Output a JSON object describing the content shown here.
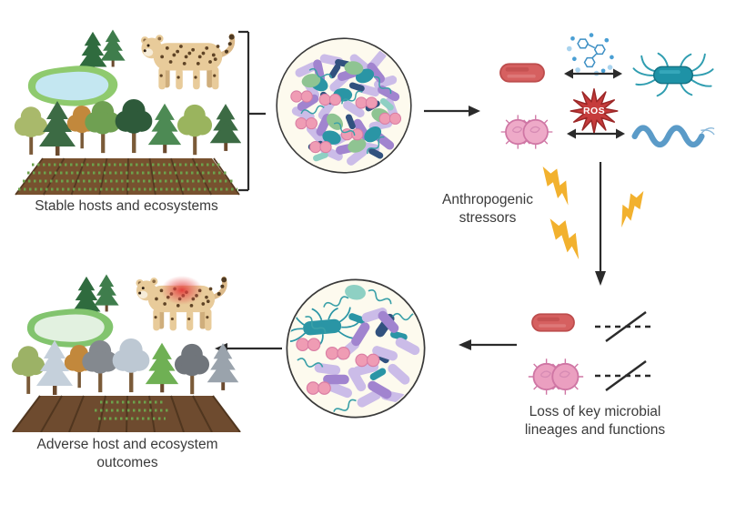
{
  "labels": {
    "stable_ecosystems": "Stable hosts and ecosystems",
    "anthropogenic_stressors": "Anthropogenic stressors",
    "microbial_loss": "Loss of key microbial lineages and functions",
    "adverse_outcomes": "Adverse host and ecosystem outcomes",
    "ros": "ROS"
  },
  "colors": {
    "background": "#ffffff",
    "text": "#3a3a3a",
    "arrow": "#2b2b2b",
    "ros_red": "#c63c3c",
    "lightning_yellow": "#f2b12e",
    "rod_bacterium_red": "#d66060",
    "cocci_pink": "#eeaac8",
    "flagellate_teal": "#1e92a6",
    "spirochete_blue": "#5b9bc8",
    "molecule_blue": "#3d8fc4",
    "microbiome_circle_bg": "#fdfaee"
  },
  "icons": {
    "top_left_panel": [
      "pond-icon",
      "conifer-icon",
      "leopard-icon",
      "forest-icon",
      "crop-field-icon"
    ],
    "microbiome": [
      "dense-microbiome-circle-icon",
      "sparse-microbiome-circle-icon"
    ],
    "interactions": [
      "rod-bacterium-icon",
      "molecules-icon",
      "flagellated-bacterium-icon",
      "cocci-bacteria-icon",
      "ros-burst-icon",
      "spirochete-icon",
      "double-arrow-icon"
    ],
    "stressors": [
      "lightning-bolt-icon",
      "down-arrow-icon"
    ],
    "loss_row": [
      "rod-bacterium-icon",
      "cocci-bacteria-icon",
      "crossed-dashed-line-icon"
    ],
    "bottom_left_panel": [
      "pond-icon",
      "sick-leopard-icon",
      "dead-forest-icon",
      "barren-field-icon"
    ]
  }
}
